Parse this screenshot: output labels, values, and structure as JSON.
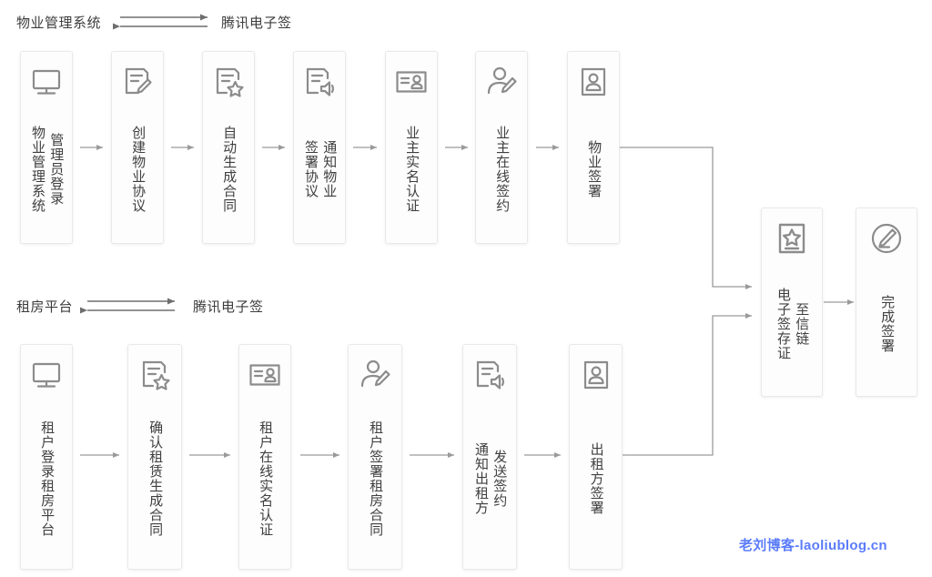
{
  "sections": [
    {
      "id": "property",
      "left_label": "物业管理系统",
      "right_label": "腾讯电子签",
      "arrow": "bidirectional-arrow"
    },
    {
      "id": "rental",
      "left_label": "租房平台",
      "right_label": "腾讯电子签",
      "arrow": "bidirectional-arrow"
    }
  ],
  "flow_row1": [
    {
      "icon": "monitor-icon",
      "cols": [
        "管理员登录",
        "物业管理系统"
      ]
    },
    {
      "icon": "document-pencil-icon",
      "cols": [
        "创建物业协议"
      ]
    },
    {
      "icon": "document-star-icon",
      "cols": [
        "自动生成合同"
      ]
    },
    {
      "icon": "document-speaker-icon",
      "cols": [
        "通知物业",
        "签署协议"
      ]
    },
    {
      "icon": "id-card-icon",
      "cols": [
        "业主实名认证"
      ]
    },
    {
      "icon": "person-pencil-icon",
      "cols": [
        "业主在线签约"
      ]
    },
    {
      "icon": "person-card-icon",
      "cols": [
        "物业签署"
      ]
    }
  ],
  "flow_row2": [
    {
      "icon": "monitor-icon",
      "cols": [
        "租户登录租房平台"
      ]
    },
    {
      "icon": "document-star-icon",
      "cols": [
        "确认租赁生成合同"
      ]
    },
    {
      "icon": "id-card-icon",
      "cols": [
        "租户在线实名认证"
      ]
    },
    {
      "icon": "person-pencil-icon",
      "cols": [
        "租户签署租房合同"
      ]
    },
    {
      "icon": "document-speaker-icon",
      "cols": [
        "发送签约",
        "通知出租方"
      ]
    },
    {
      "icon": "person-card-icon",
      "cols": [
        "出租方签署"
      ]
    }
  ],
  "flow_end": [
    {
      "icon": "certificate-star-icon",
      "cols": [
        "至信链",
        "电子签存证"
      ]
    },
    {
      "icon": "circle-pencil-icon",
      "cols": [
        "完成签署"
      ]
    }
  ],
  "watermark": "老刘博客-laoliublog.cn",
  "colors": {
    "icon_stroke": "#8c8c8c",
    "line": "#9a9a9a",
    "text": "#3f3f3f",
    "box_border": "#e9e9e9",
    "box_fill": "#fdfdfd",
    "watermark": "#5b7cfa"
  }
}
